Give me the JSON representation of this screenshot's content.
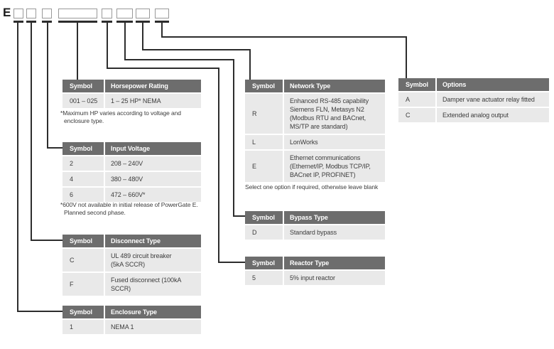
{
  "code": {
    "prefix": "E"
  },
  "tables": {
    "horsepower": {
      "header": {
        "symbol": "Symbol",
        "label": "Horsepower Rating"
      },
      "rows": [
        {
          "symbol": "001 – 025",
          "value": "1 – 25 HP* NEMA"
        }
      ],
      "footnote": "*Maximum HP varies according to voltage and\nenclosure type."
    },
    "input_voltage": {
      "header": {
        "symbol": "Symbol",
        "label": "Input Voltage"
      },
      "rows": [
        {
          "symbol": "2",
          "value": "208 – 240V"
        },
        {
          "symbol": "4",
          "value": "380 – 480V"
        },
        {
          "symbol": "6",
          "value": "472 – 660V*"
        }
      ],
      "footnote": "*600V not available in initial release of PowerGate E.\nPlanned second phase."
    },
    "disconnect": {
      "header": {
        "symbol": "Symbol",
        "label": "Disconnect Type"
      },
      "rows": [
        {
          "symbol": "C",
          "value": "UL 489 circuit breaker\n(5kA SCCR)"
        },
        {
          "symbol": "F",
          "value": "Fused disconnect (100kA SCCR)"
        }
      ]
    },
    "enclosure": {
      "header": {
        "symbol": "Symbol",
        "label": "Enclosure Type"
      },
      "rows": [
        {
          "symbol": "1",
          "value": "NEMA 1"
        }
      ]
    },
    "network": {
      "header": {
        "symbol": "Symbol",
        "label": "Network Type"
      },
      "rows": [
        {
          "symbol": "R",
          "value": "Enhanced RS-485 capability\nSiemens FLN, Metasys N2\n(Modbus RTU and BACnet,\nMS/TP are standard)"
        },
        {
          "symbol": "L",
          "value": "LonWorks"
        },
        {
          "symbol": "E",
          "value": "Ethernet communications\n(Ethernet/IP, Modbus TCP/IP,\nBACnet IP, PROFINET)"
        }
      ],
      "footnote": "Select one option if required, otherwise leave blank"
    },
    "bypass": {
      "header": {
        "symbol": "Symbol",
        "label": "Bypass Type"
      },
      "rows": [
        {
          "symbol": "D",
          "value": "Standard bypass"
        }
      ]
    },
    "reactor": {
      "header": {
        "symbol": "Symbol",
        "label": "Reactor Type"
      },
      "rows": [
        {
          "symbol": "5",
          "value": "5% input reactor"
        }
      ]
    },
    "options": {
      "header": {
        "symbol": "Symbol",
        "label": "Options"
      },
      "rows": [
        {
          "symbol": "A",
          "value": "Damper vane actuator relay fitted"
        },
        {
          "symbol": "C",
          "value": "Extended analog output"
        }
      ]
    }
  },
  "colors": {
    "header_bg": "#6d6d6d",
    "row_bg": "#e9e9e9",
    "line": "#2d2d2d"
  }
}
